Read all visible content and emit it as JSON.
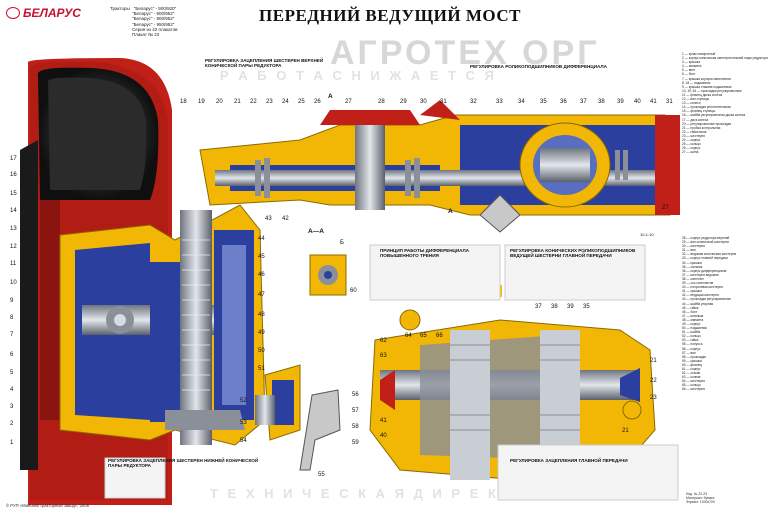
{
  "header": {
    "brand": "БЕЛАРУС",
    "models_label": "Тракторы",
    "models": [
      "\"Беларус\" - 900/920\"",
      "\"Беларус\" - 900/952\"",
      "\"Беларус\" - 900/952\"",
      "\"Беларус\" - 950/952\""
    ],
    "series_note": "Серия из 42 плакатов",
    "plate_no": "Плакат № 23",
    "title": "ПЕРЕДНИЙ ВЕДУЩИЙ МОСТ",
    "watermark_top": "АГРОТЕХ ОРГ",
    "watermark_mid": "Р А Б О Т А     С Н И Ж А Е Т С Я",
    "watermark_bottom": "Т Е Х Н И Ч Е С К А Я     Д И Р Е К Т О Р И Я"
  },
  "captions": {
    "c1": "РЕГУЛИРОВКА ЗАЦЕПЛЕНИЯ ШЕСТЕРЕН ВЕРХНЕЙ КОНИЧЕСКОЙ ПАРЫ РЕДУКТОРА",
    "c2": "РЕГУЛИРОВКА РОЛИКОПОДШИПНИКОВ ДИФФЕРЕНЦИАЛА",
    "c3": "ПРИНЦИП РАБОТЫ ДИФФЕРЕНЦИАЛА ПОВЫШЕННОГО ТРЕНИЯ",
    "c4": "РЕГУЛИРОВКА КОНИЧЕСКИХ РОЛИКОПОДШИПНИКОВ ВЕДУЩЕЙ ШЕСТЕРНИ ГЛАВНОЙ ПЕРЕДАЧИ",
    "c5": "РЕГУЛИРОВКА ЗАЦЕПЛЕНИЯ ШЕСТЕРЕН НИЖНЕЙ КОНИЧЕСКОЙ ПАРЫ РЕДУКТОРА",
    "c6": "РЕГУЛИРОВКА ЗАЦЕПЛЕНИЯ ГЛАВНОЙ ПЕРЕДАЧИ"
  },
  "section_labels": {
    "a_top": "A",
    "a_right": "A",
    "aa": "A—A",
    "aa_dim": "Б",
    "scale_label": "10-1:10"
  },
  "legend": [
    "1 — кулак поворотный",
    "2 — корпус коническая шестерня нижней пары редуктора",
    "3 — крышка",
    "4 — манжета",
    "5 — винт",
    "6 — болт",
    "7 — крышка корпуса заполнения",
    "8, 18 — подшипник",
    "9 — крышка стакана подшипника",
    "10, 19, 54 — прокладки регулировочные",
    "11 — фланец диска колеса",
    "12 — вал ступицы",
    "13 — колесо",
    "14 — прокладка уплотнительная",
    "15 — фланец ступицы",
    "16 — шайба регулировочная диска колеса",
    "17 — диск колеса",
    "20 — регулировочные прокладки",
    "21 — пробка контрольная",
    "22 — гайка вала",
    "23 — шестерня",
    "24 — корпус",
    "25 — кольцо",
    "26 — корпус",
    "27 — шина"
  ],
  "legend2": [
    "28 — корпус редуктора верхний",
    "29 — вал конической шестерни",
    "30 — шестерня",
    "31 — вал",
    "32 — ведомая коническая шестерня",
    "33 — корпус главной передачи",
    "34 — крышка",
    "35 — сальник",
    "36 — корпус дифференциала",
    "37 — шестерня ведомая",
    "38 — сателлит",
    "39 — ось сателлитов",
    "40 — полуосевая шестерня",
    "41 — крышка",
    "42 — ведущая шестерня",
    "43 — прокладки регулировочные",
    "44 — шайба упорная",
    "45 — гайка",
    "46 — болт",
    "47 — шпилька",
    "48 — манжета",
    "49 — корпус",
    "50 — подшипник",
    "51 — шайба",
    "52 — кольцо",
    "53 — гайка",
    "55 — полуось",
    "56 — корпус",
    "57 — вал",
    "58 — прокладки",
    "59 — крышка",
    "60 — фланец",
    "61 — корпус",
    "62 — стакан",
    "63 — колпак",
    "64 — шестерня",
    "65 — кольцо",
    "66 — шестерня"
  ],
  "footer": "© РУП «Минский тракторный завод», 2008",
  "bottomright": [
    "Изд. № 22-23",
    "Материал: бумага",
    "Формат: 1000x700"
  ],
  "callouts": {
    "left": [
      "17",
      "16",
      "15",
      "14",
      "13",
      "12",
      "11",
      "10",
      "9",
      "8",
      "7",
      "6",
      "5",
      "4",
      "3",
      "2",
      "1"
    ],
    "top": [
      "18",
      "19",
      "20",
      "21",
      "22",
      "23",
      "24",
      "25",
      "26",
      "27",
      "28",
      "29",
      "30",
      "31",
      "32",
      "33",
      "34",
      "35",
      "36",
      "37",
      "38",
      "39",
      "40",
      "41",
      "31"
    ],
    "mid": [
      "43",
      "42",
      "44",
      "45",
      "46",
      "47",
      "48",
      "49",
      "50",
      "51",
      "52",
      "53",
      "54",
      "55",
      "56",
      "57",
      "58",
      "59",
      "60"
    ],
    "bot": [
      "62",
      "63",
      "64",
      "65",
      "66",
      "37",
      "38",
      "39",
      "35",
      "41",
      "40",
      "21",
      "21",
      "22",
      "23",
      "27"
    ]
  },
  "colors": {
    "housing_yellow": "#f2b705",
    "cutaway_blue": "#2a3f9e",
    "steel": "#8a8f99",
    "tire_red": "#c02018",
    "tire_black": "#1a1a1a",
    "brand": "#c8102e"
  }
}
